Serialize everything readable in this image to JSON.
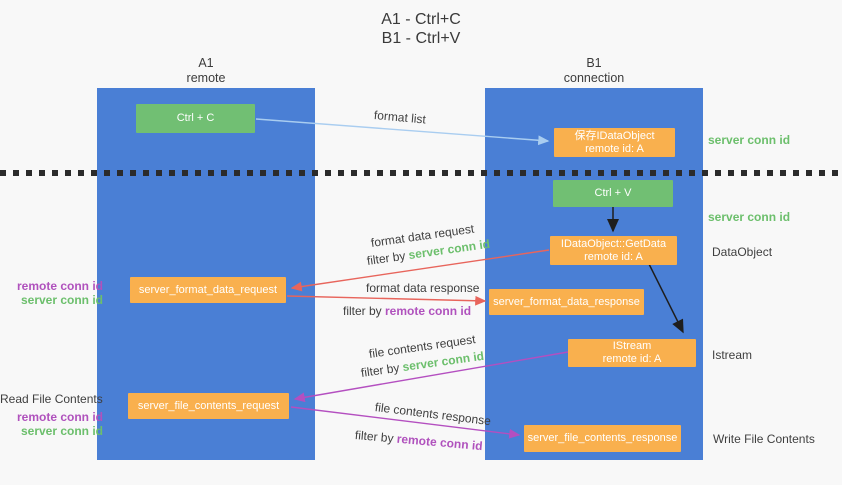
{
  "title": {
    "line1": "A1 - Ctrl+C",
    "line2": "B1 - Ctrl+V"
  },
  "columns": {
    "left": {
      "name": "A1",
      "subtitle": "remote"
    },
    "right": {
      "name": "B1",
      "subtitle": "connection"
    }
  },
  "nodes": {
    "ctrl_c": {
      "label": "Ctrl + C"
    },
    "ctrl_v": {
      "label": "Ctrl + V"
    },
    "save_idataobject": {
      "line1": "保存IDataObject",
      "line2": "remote id: A"
    },
    "getdata": {
      "line1": "IDataObject::GetData",
      "line2": "remote id: A"
    },
    "istream": {
      "line1": "IStream",
      "line2": "remote id: A"
    },
    "format_request": {
      "label": "server_format_data_request"
    },
    "format_response": {
      "label": "server_format_data_response"
    },
    "file_request": {
      "label": "server_file_contents_request"
    },
    "file_response": {
      "label": "server_file_contents_response"
    }
  },
  "arrows": {
    "format_list": {
      "label": "format list",
      "color": "#a9cdf0"
    },
    "format_data_request": {
      "label": "format data request",
      "filter_prefix": "filter by ",
      "filter_key": "server conn id",
      "color": "#e8655c"
    },
    "format_data_response": {
      "label": "format data response",
      "filter_prefix": "filter by ",
      "filter_key": "remote conn id",
      "color": "#e8655c"
    },
    "file_contents_request": {
      "label": "file contents request",
      "filter_prefix": "filter by ",
      "filter_key": "server conn id",
      "color": "#b44fc0"
    },
    "file_contents_response": {
      "label": "file contents response",
      "filter_prefix": "filter by ",
      "filter_key": "remote conn id",
      "color": "#b44fc0"
    }
  },
  "side_labels": {
    "server_conn_id_top": "server conn id",
    "server_conn_id_mid": "server conn id",
    "dataobject": "DataObject",
    "istream": "Istream",
    "write_file_contents": "Write File Contents",
    "read_file_contents": "Read File Contents",
    "group1": {
      "remote": "remote conn id",
      "server": "server conn id"
    },
    "group2": {
      "remote": "remote conn id",
      "server": "server conn id"
    }
  },
  "colors": {
    "background": "#f8f8f8",
    "column_blue": "#4a7fd5",
    "node_green": "#71bf73",
    "node_orange": "#f9b04e",
    "arrow_blue": "#a9cdf0",
    "arrow_red": "#e8655c",
    "arrow_purple": "#b44fc0",
    "arrow_black": "#1e1e1e",
    "text_green": "#6cbf6c",
    "text_purple": "#b052bd",
    "text_dark": "#3c3c3c"
  }
}
